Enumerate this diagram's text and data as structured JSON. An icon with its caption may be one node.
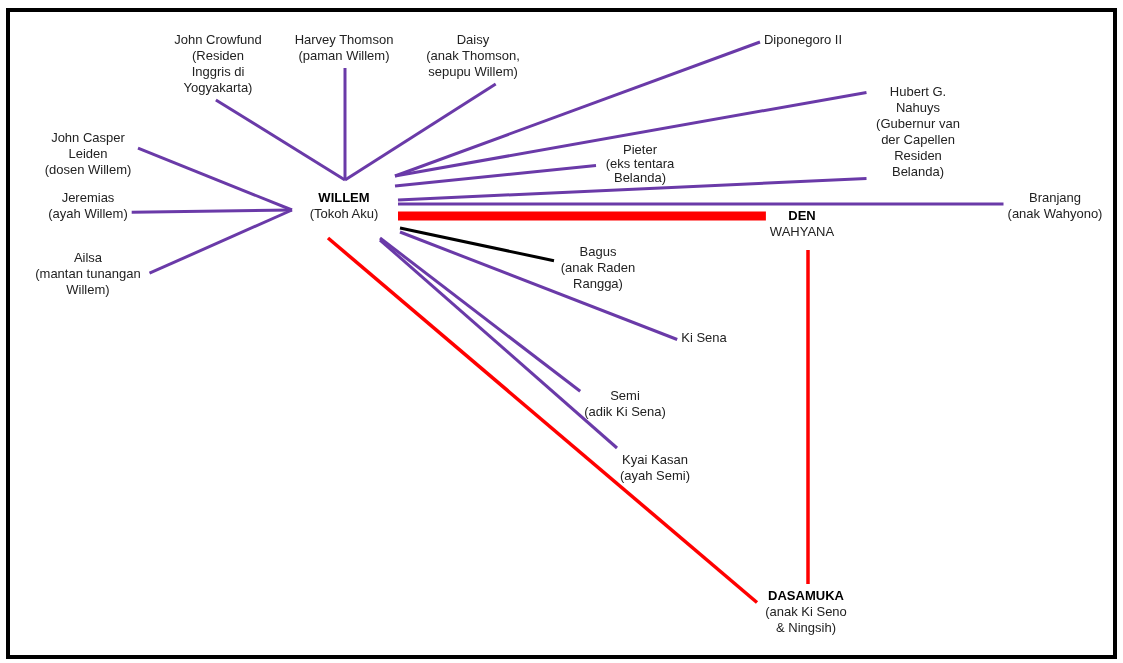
{
  "diagram": {
    "nodes": [
      {
        "text": [
          "John Crowfund",
          "(Residen Inggris di Yogyakarta)"
        ]
      },
      {
        "text": [
          "Harvey Thomson",
          "(paman Willem)"
        ]
      },
      {
        "text": [
          "Daisy",
          "(anak Thomson, sepupu Willem)"
        ]
      },
      {
        "text": [
          "Diponegoro II"
        ]
      },
      {
        "text": [
          "John Casper Leiden",
          "(dosen Willem)"
        ]
      },
      {
        "text": [
          "Hubert G. Nahuys",
          "(Gubernur van der Capellen Residen Belanda)"
        ]
      },
      {
        "text": [
          "Pieter",
          "(eks tentara Belanda)"
        ]
      },
      {
        "text": [
          "WILLEM",
          "(Tokoh Aku)"
        ]
      },
      {
        "text": [
          "Jeremias",
          "(ayah Willem)"
        ]
      },
      {
        "text": [
          "Branjang",
          "(anak Wahyono)"
        ]
      },
      {
        "text": [
          "DEN",
          "WAHYANA"
        ]
      },
      {
        "text": [
          "Ailsa",
          "(mantan tunangan Willem)"
        ]
      },
      {
        "text": [
          "Bagus",
          "(anak Raden Rangga)"
        ]
      },
      {
        "text": [
          "Ki Sena"
        ]
      },
      {
        "text": [
          "Semi",
          "(adik Ki Sena)"
        ]
      },
      {
        "text": [
          "Kyai Kasan",
          "(ayah Semi)"
        ]
      },
      {
        "text": [
          "DASAMUKA",
          "(anak Ki Seno & Ningsih)"
        ]
      }
    ],
    "edges": [
      {
        "from": 7,
        "to": 0,
        "arrow": "none"
      },
      {
        "from": 7,
        "to": 1,
        "arrow": "none"
      },
      {
        "from": 7,
        "to": 2,
        "arrow": "none"
      },
      {
        "from": 7,
        "to": 4,
        "arrow": "none"
      },
      {
        "from": 7,
        "to": 8,
        "arrow": "none"
      },
      {
        "from": 7,
        "to": 11,
        "arrow": "none"
      },
      {
        "from": 7,
        "to": 3,
        "arrow": "none"
      },
      {
        "from": 7,
        "to": 5,
        "arrow": "none"
      },
      {
        "from": 7,
        "to": 6,
        "arrow": "none"
      },
      {
        "from": 7,
        "to": 5,
        "arrow": "none"
      },
      {
        "from": 7,
        "to": 9,
        "arrow": "none"
      },
      {
        "from": 7,
        "to": 10,
        "arrow": "none",
        "style": "thick",
        "color": "#ff0000"
      },
      {
        "from": 7,
        "to": 12,
        "arrow": "none",
        "color": "#000000"
      },
      {
        "from": 7,
        "to": 13,
        "arrow": "none"
      },
      {
        "from": 7,
        "to": 14,
        "arrow": "none"
      },
      {
        "from": 7,
        "to": 15,
        "arrow": "none"
      },
      {
        "from": 7,
        "to": 16,
        "arrow": "none",
        "color": "#ff0000"
      },
      {
        "from": 10,
        "to": 16,
        "arrow": "none",
        "color": "#ff0000"
      }
    ]
  }
}
